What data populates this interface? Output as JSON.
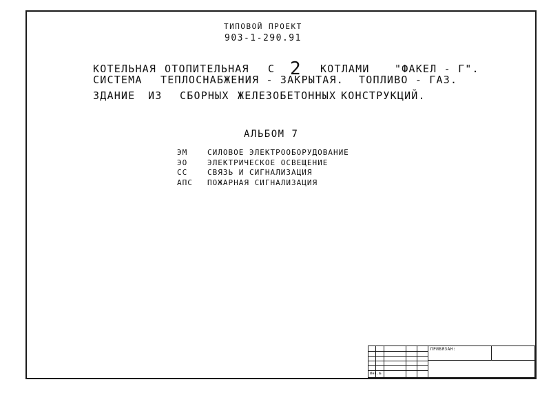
{
  "header": {
    "project_type": "ТИПОВОЙ ПРОЕКТ",
    "project_number": "903-1-290.91"
  },
  "title": {
    "line1": [
      "КОТЕЛЬНАЯ",
      "ОТОПИТЕЛЬНАЯ",
      "С",
      "2",
      "КОТЛАМИ",
      "\"ФАКЕЛ - Г\"."
    ],
    "line2": [
      "СИСТЕМА",
      "ТЕПЛОСНАБЖЕНИЯ - ЗАКРЫТАЯ.",
      "ТОПЛИВО - ГАЗ."
    ],
    "line3": [
      "ЗДАНИЕ",
      "ИЗ",
      "СБОРНЫХ",
      "ЖЕЛЕЗОБЕТОННЫХ",
      "КОНСТРУКЦИЙ."
    ]
  },
  "album": {
    "label": "АЛЬБОМ 7"
  },
  "contents": [
    {
      "code": "ЭМ",
      "description": "СИЛОВОЕ   ЭЛЕКТРООБОРУДОВАНИЕ"
    },
    {
      "code": "ЭО",
      "description": "ЭЛЕКТРИЧЕСКОЕ   ОСВЕЩЕНИЕ"
    },
    {
      "code": "СС",
      "description": "СВЯЗЬ  И  СИГНАЛИЗАЦИЯ"
    },
    {
      "code": "АПС",
      "description": "ПОЖАРНАЯ   СИГНАЛИЗАЦИЯ"
    }
  ],
  "title_block": {
    "privyazan_label": "ПРИВЯЗАН:",
    "inventory_label": "Инв.№"
  }
}
